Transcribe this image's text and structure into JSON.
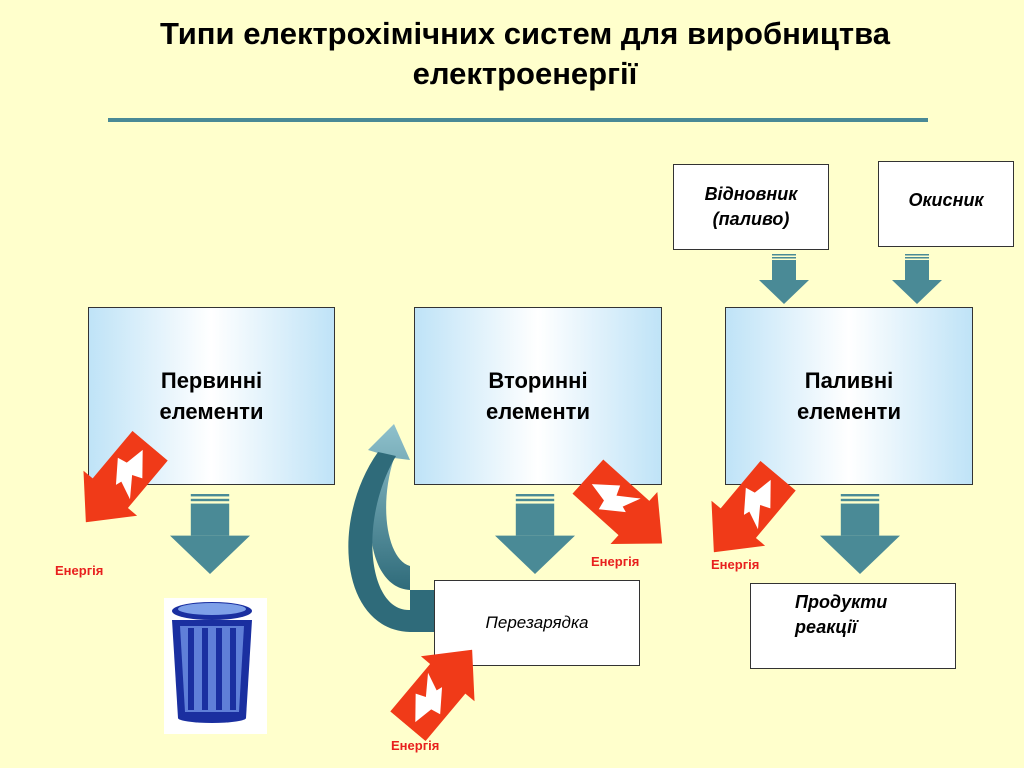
{
  "title": "Типи електрохімічних систем для виробництва електроенергії",
  "boxes": {
    "primary": "Первинні елементи",
    "secondary": "Вторинні елементи",
    "fuel": "Паливні елементи",
    "reducer": "Відновник (паливо)",
    "oxidizer": "Окисник",
    "recharge": "Перезарядка",
    "products": "Продукти реакції"
  },
  "energy_label": "Енергія",
  "colors": {
    "background": "#ffffcc",
    "arrow": "#4a8a96",
    "lightning": "#f03a18",
    "rule": "#4a8a96"
  },
  "icons": [
    "trash-bin-icon",
    "lightning-icon",
    "down-arrow-icon",
    "curved-arrow-icon"
  ]
}
